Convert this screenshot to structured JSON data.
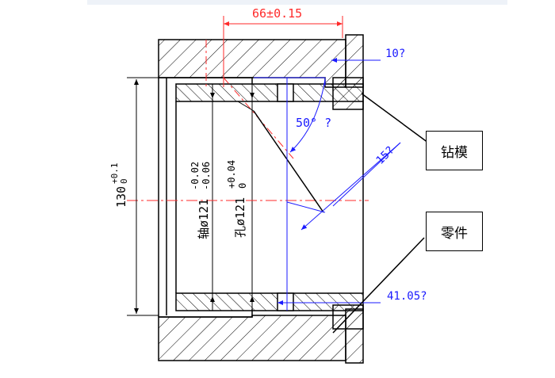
{
  "dimensions": {
    "top_width": "66±0.15",
    "chamfer_depth": "10?",
    "angle": "50° ?",
    "slant_length": "15?",
    "bottom_offset": "41.05?",
    "outer_dia_main": "130",
    "outer_dia_tol_upper": "+0.1",
    "outer_dia_tol_lower": "0",
    "shaft_dia": "轴ø121",
    "shaft_tol_upper": "-0.02",
    "shaft_tol_lower": "-0.06",
    "hole_dia": "孔ø121",
    "hole_tol_upper": "+0.04",
    "hole_tol_lower": "0"
  },
  "labels": {
    "drill_jig": "钻模",
    "part": "零件"
  },
  "colors": {
    "outline": "#000000",
    "dimension": "#1a1aff",
    "centerline": "#ff2a2a",
    "hatch": "#000000"
  }
}
